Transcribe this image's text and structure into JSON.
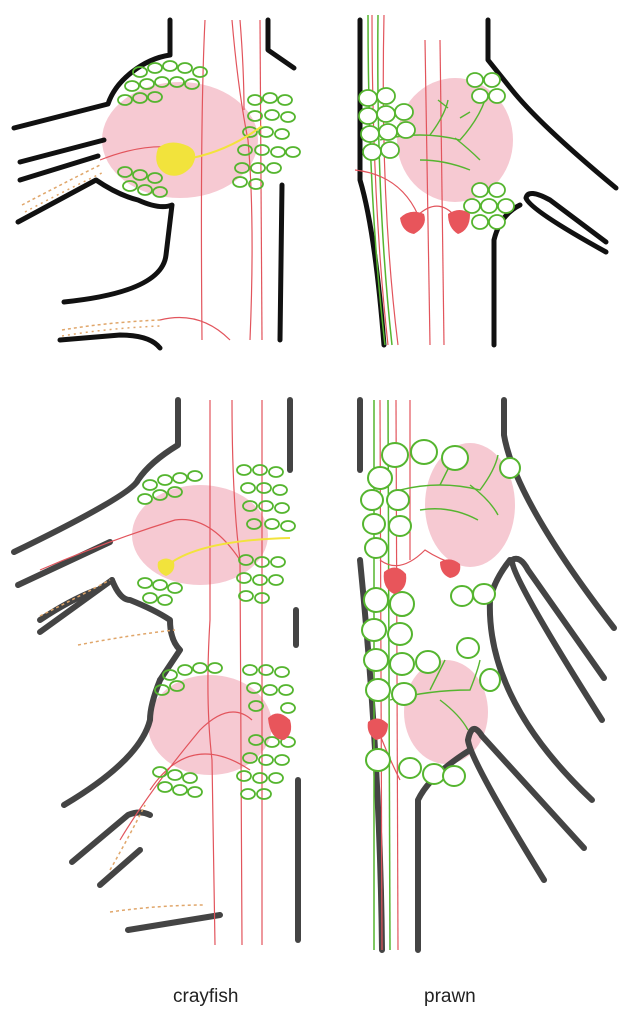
{
  "figure": {
    "panels": [
      {
        "species": "crayfish",
        "view": "single-segment"
      },
      {
        "species": "prawn",
        "view": "single-segment"
      },
      {
        "species": "crayfish",
        "view": "two-segments"
      },
      {
        "species": "prawn",
        "view": "two-segments"
      }
    ],
    "captions": {
      "left": "crayfish",
      "right": "prawn"
    },
    "colors": {
      "outline": "#111111",
      "outline_lower": "#444444",
      "neuropil": "#f6c9d2",
      "cell_outline": "#55b52f",
      "axon": "#e2545c",
      "soma_red": "#e8555b",
      "soma_yellow": "#f2e33c",
      "nerve_pattern": "#e0a66a"
    }
  }
}
